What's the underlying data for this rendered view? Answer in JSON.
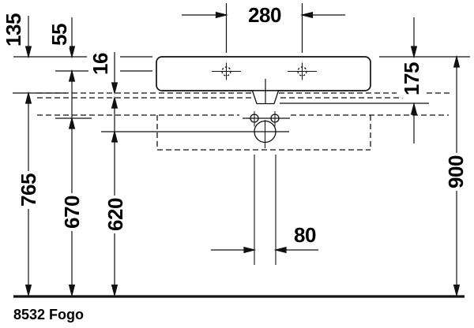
{
  "drawing": {
    "model_label": "8532 Fogo",
    "type": "washbasin-front-elevation-technical-drawing"
  },
  "dimensions": {
    "faucet_hole_spacing": "280",
    "left_outer": "135",
    "left_mid": "55",
    "left_inner": "16",
    "right_basin_height": "175",
    "floor_to_console_underside": "765",
    "floor_to_supply_axis": "670",
    "floor_to_drain_axis": "620",
    "drain_pipe_width": "80",
    "floor_to_rim": "900"
  },
  "colors": {
    "line": "#111111",
    "background": "#ffffff",
    "text": "#000000"
  }
}
